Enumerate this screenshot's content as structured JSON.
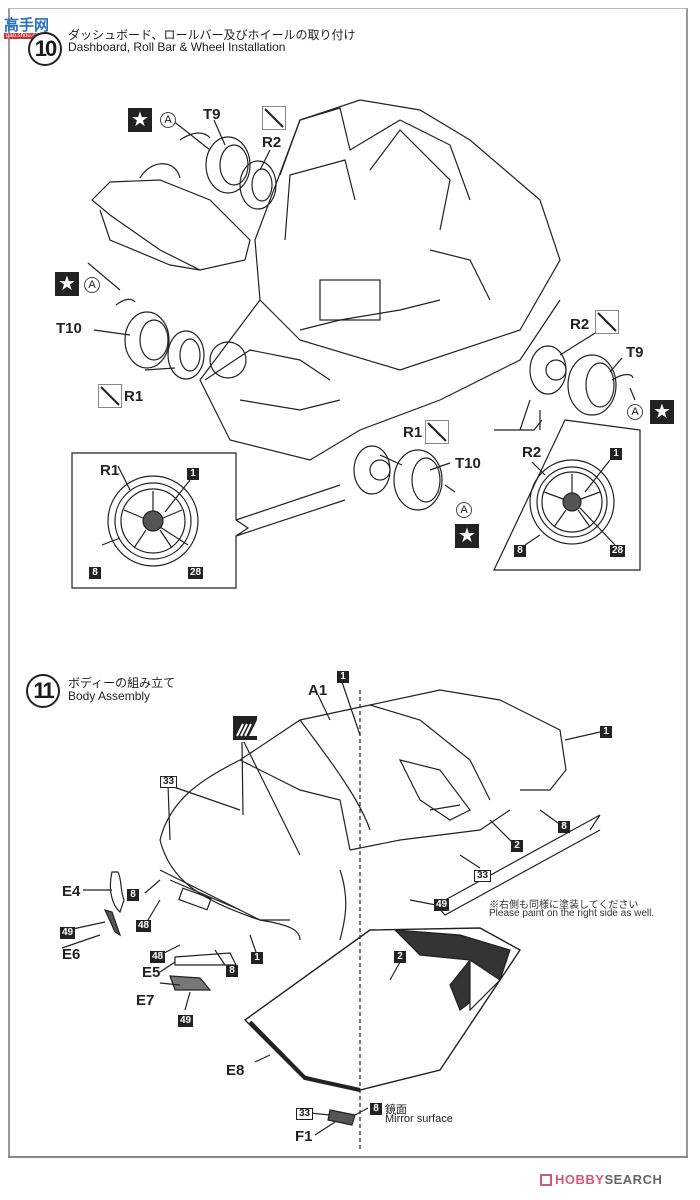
{
  "watermark": {
    "text": "高手网",
    "sub": "gao.shou.com"
  },
  "step10": {
    "number": "10",
    "title_jp": "ダッシュボード、ロールバー及びホイールの取り付け",
    "title_en": "Dashboard, Roll Bar & Wheel Installation",
    "labels": {
      "t9_top": "T9",
      "r2_top": "R2",
      "t10_left": "T10",
      "r1_left": "R1",
      "r2_right": "R2",
      "t9_right": "T9",
      "r1_center": "R1",
      "t10_center": "T10",
      "a": "A"
    },
    "detail_left": {
      "wheel": "R1",
      "paint_codes": [
        "1",
        "8",
        "28"
      ]
    },
    "detail_right": {
      "wheel": "R2",
      "paint_codes": [
        "1",
        "8",
        "28"
      ]
    },
    "icons": {
      "star": "★",
      "no_glue": "no-glue-icon"
    }
  },
  "step11": {
    "number": "11",
    "title_jp": "ボディーの組み立て",
    "title_en": "Body Assembly",
    "labels": {
      "a1": "A1",
      "e4": "E4",
      "e6": "E6",
      "e5": "E5",
      "e7": "E7",
      "e8": "E8",
      "f1": "F1"
    },
    "paint_codes": {
      "roof": "1",
      "rear": "1",
      "rear_arch": "8",
      "door": "2",
      "side_trim": "33",
      "rocker": "49",
      "front_trim": "33",
      "e4_inner": "8",
      "e6": "49",
      "bumper_48a": "48",
      "bumper_48b": "48",
      "bumper_8": "8",
      "bumper_1": "1",
      "e7": "49",
      "window": "2",
      "mirror_33": "33",
      "mirror_8": "8"
    },
    "note_jp": "※右側も同様に塗装してください",
    "note_en": "Please paint on the right side as well.",
    "mirror_jp": "鏡面",
    "mirror_en": "Mirror surface"
  },
  "footer": {
    "brand_a": "HOBBY",
    "brand_b": "SEARCH"
  }
}
